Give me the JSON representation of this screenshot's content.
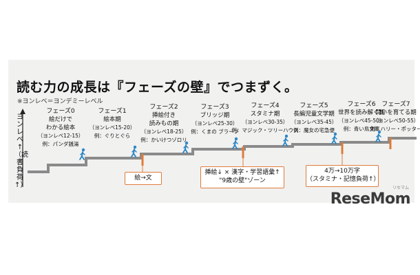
{
  "title": "読む力の成長は『フェーズの壁』でつまずく。",
  "note": "※ヨンレベ＝ヨンデミーレベル",
  "y_axis_label": "ヨンレベ↑（読書負荷↑）",
  "phases": [
    {
      "name": "フェーズ0",
      "title_lines": [
        "絵だけで",
        "わかる絵本"
      ],
      "level": "（ヨンレベ12-15）",
      "example": "例：パンダ銭湯"
    },
    {
      "name": "フェーズ1",
      "title_lines": [
        "絵本期"
      ],
      "level": "（ヨンレベ15-20）",
      "example": "例：ぐりとぐら"
    },
    {
      "name": "フェーズ2",
      "title_lines": [
        "挿絵付き",
        "読みもの期"
      ],
      "level": "（ヨンレベ18-25）",
      "example": "例：かいけつゾロリ"
    },
    {
      "name": "フェーズ3",
      "title_lines": [
        "ブリッジ期"
      ],
      "level": "（ヨンレベ25-30）",
      "example": "例：くまの ブラーフ"
    },
    {
      "name": "フェーズ4",
      "title_lines": [
        "スタミナ期"
      ],
      "level": "（ヨンレベ30-35）",
      "example": "例：マジック・ツリーハウス"
    },
    {
      "name": "フェーズ5",
      "title_lines": [
        "長編児童文学期"
      ],
      "level": "（ヨンレベ35-45）",
      "example": "例：魔女の宅急便"
    },
    {
      "name": "フェーズ6",
      "title_lines": [
        "世界を読み解く期"
      ],
      "level": "（ヨンレベ45-50）",
      "example": "例：青い鳥文庫"
    },
    {
      "name": "フェーズ7",
      "title_lines": [
        "問いを育てる期"
      ],
      "level": "（ヨンレベ50-55）",
      "example": "例：ハリー・ポッター"
    }
  ],
  "callouts": [
    {
      "lines": [
        "絵→文"
      ]
    },
    {
      "lines": [
        "挿絵↓ × 漢字・学習語彙↑",
        "\"9歳の壁\"ゾーン"
      ]
    },
    {
      "lines": [
        "4万→10万字",
        "（スタミナ・記憶負荷↑）"
      ]
    }
  ],
  "logo": "ReseMom",
  "logo_sub": "リセマム",
  "colors": {
    "step_line": "#8a8a8a",
    "wall": "#e07b39",
    "walker": "#2b86c5",
    "panel": "#f1f1f0"
  }
}
